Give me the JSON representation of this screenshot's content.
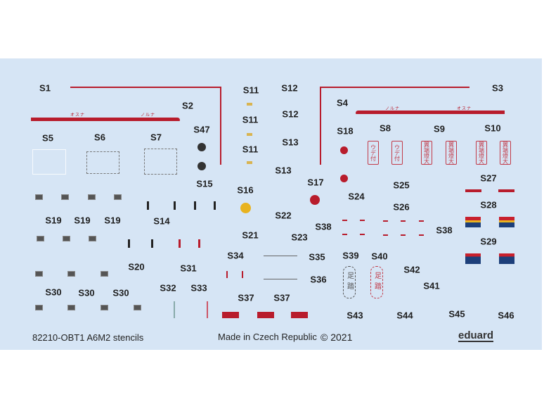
{
  "labels": [
    "S1",
    "S2",
    "S47",
    "S5",
    "S6",
    "S7",
    "S11",
    "S11",
    "S11",
    "S12",
    "S12",
    "S13",
    "S13",
    "S4",
    "S3",
    "S18",
    "S8",
    "S9",
    "S10",
    "S15",
    "S16",
    "S17",
    "S24",
    "S25",
    "S27",
    "S26",
    "S28",
    "S22",
    "S38",
    "S23",
    "S21",
    "S38",
    "S29",
    "S19",
    "S19",
    "S19",
    "S14",
    "S34",
    "S35",
    "S39",
    "S40",
    "S42",
    "S41",
    "S36",
    "S20",
    "S31",
    "S32",
    "S33",
    "S30",
    "S30",
    "S30",
    "S37",
    "S37",
    "S43",
    "S44",
    "S45",
    "S46"
  ],
  "stencil_text": {
    "left_port": "オスナ",
    "left_starboard": "ノルナ",
    "right_port": "ノルナ",
    "right_starboard": "オスナ",
    "s8": "ウデ付",
    "s9": "翼端燈大",
    "s10": "翼端燈大",
    "s39": "足踏",
    "s40": "足踏"
  },
  "footer": {
    "product": "82210-OBT1 A6M2 stencils",
    "made_in": "Made in Czech Republic",
    "copyright": "© 2021",
    "brand": "eduard"
  },
  "colors": {
    "sheet": "#d6e5f5",
    "red": "#b81c2c",
    "yellow": "#e8b320"
  }
}
